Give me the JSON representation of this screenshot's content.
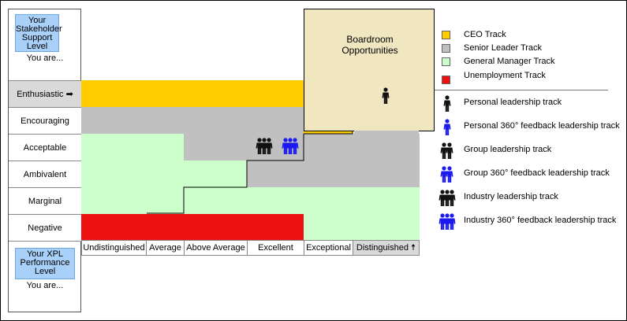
{
  "stakeholder_box": {
    "title": "Your Stakeholder Support Level",
    "you_are": "You are..."
  },
  "performance_box": {
    "title": "Your XPL Performance Level",
    "you_are": "You are..."
  },
  "rows": [
    {
      "label": "Enthusiastic",
      "arrow": "➡"
    },
    {
      "label": "Encouraging"
    },
    {
      "label": "Acceptable"
    },
    {
      "label": "Ambivalent"
    },
    {
      "label": "Marginal"
    },
    {
      "label": "Negative"
    }
  ],
  "columns": [
    {
      "label": "Undistinguished"
    },
    {
      "label": "Average"
    },
    {
      "label": "Above Average"
    },
    {
      "label": "Excellent"
    },
    {
      "label": "Exceptional"
    },
    {
      "label": "Distinguished",
      "arrow": "🠅"
    }
  ],
  "boardroom": {
    "title": "Boardroom Opportunities"
  },
  "legend": {
    "tracks": [
      {
        "label": "CEO Track",
        "color": "#ffcc00"
      },
      {
        "label": "Senior Leader Track",
        "color": "#c0c0c0"
      },
      {
        "label": "General Manager Track",
        "color": "#ccffcc"
      },
      {
        "label": "Unemployment Track",
        "color": "#ee1111"
      }
    ],
    "icons": [
      {
        "label": "Personal leadership track",
        "icon": "single-person-black-icon"
      },
      {
        "label": "Personal 360° feedback leadership track",
        "icon": "single-person-blue-icon"
      },
      {
        "label": "Group leadership track",
        "icon": "two-people-black-icon"
      },
      {
        "label": "Group 360° feedback leadership track",
        "icon": "two-people-blue-icon"
      },
      {
        "label": "Industry leadership track",
        "icon": "three-people-black-icon"
      },
      {
        "label": "Industry 360° feedback leadership track",
        "icon": "three-people-blue-icon"
      }
    ]
  },
  "colors": {
    "ceo": "#ffcc00",
    "senior": "#c0c0c0",
    "gm": "#ccffcc",
    "unemployment": "#ee1111",
    "boardroom": "#f0e6c0",
    "person_black": "#111111",
    "person_blue": "#1a1aee"
  }
}
